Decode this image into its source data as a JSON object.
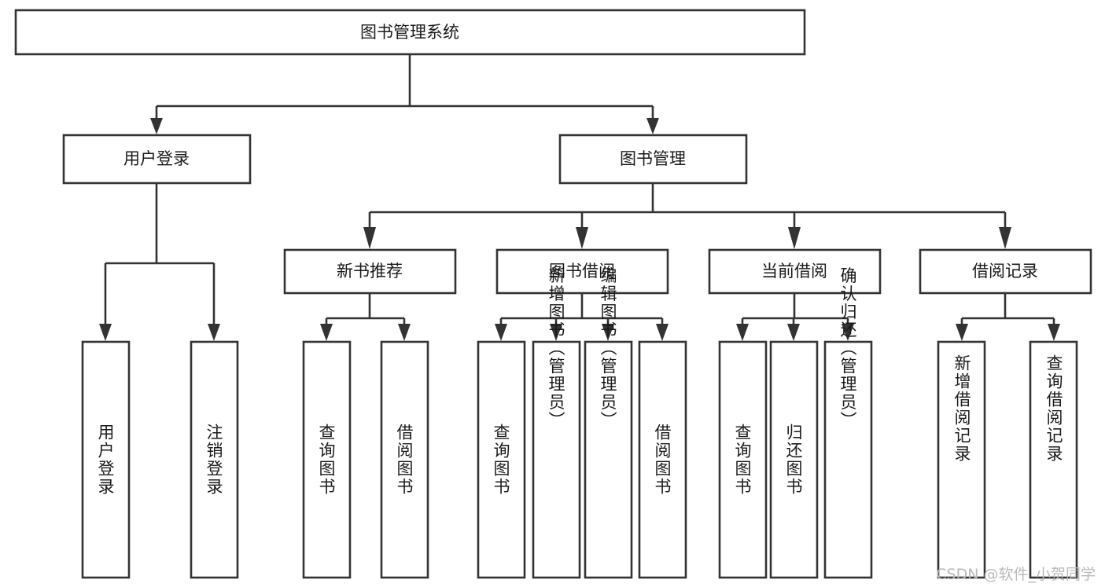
{
  "diagram": {
    "title": "图书管理系统",
    "type": "tree",
    "orientation": "top-down",
    "colors": {
      "box_fill": "#ffffff",
      "box_stroke": "#333333",
      "text": "#1a1a1a",
      "background": "#ffffff",
      "watermark": "#b9b9b9"
    },
    "root": {
      "id": "root",
      "label": "图书管理系统",
      "text_orientation": "horizontal"
    },
    "level2": [
      {
        "id": "user-login",
        "label": "用户登录",
        "text_orientation": "horizontal"
      },
      {
        "id": "book-management",
        "label": "图书管理",
        "text_orientation": "horizontal"
      }
    ],
    "level3": [
      {
        "id": "new-book-recommend",
        "label": "新书推荐",
        "parent": "book-management",
        "text_orientation": "horizontal"
      },
      {
        "id": "book-borrow",
        "label": "图书借阅",
        "parent": "book-management",
        "text_orientation": "horizontal"
      },
      {
        "id": "current-borrow",
        "label": "当前借阅",
        "parent": "book-management",
        "text_orientation": "horizontal"
      },
      {
        "id": "borrow-record",
        "label": "借阅记录",
        "parent": "book-management",
        "text_orientation": "horizontal"
      }
    ],
    "leaves": [
      {
        "id": "leaf-user-login",
        "label": "用户登录",
        "parent": "user-login",
        "text_orientation": "vertical"
      },
      {
        "id": "leaf-logout-login",
        "label": "注销登录",
        "parent": "user-login",
        "text_orientation": "vertical"
      },
      {
        "id": "leaf-query-book-1",
        "label": "查询图书",
        "parent": "new-book-recommend",
        "text_orientation": "vertical"
      },
      {
        "id": "leaf-borrow-book-1",
        "label": "借阅图书",
        "parent": "new-book-recommend",
        "text_orientation": "vertical"
      },
      {
        "id": "leaf-query-book-2",
        "label": "查询图书",
        "parent": "book-borrow",
        "text_orientation": "vertical"
      },
      {
        "id": "leaf-add-book-admin",
        "label": "新增图书（管理员）",
        "parent": "book-borrow",
        "text_orientation": "vertical"
      },
      {
        "id": "leaf-edit-book-admin",
        "label": "编辑图书（管理员）",
        "parent": "book-borrow",
        "text_orientation": "vertical"
      },
      {
        "id": "leaf-borrow-book-2",
        "label": "借阅图书",
        "parent": "book-borrow",
        "text_orientation": "vertical"
      },
      {
        "id": "leaf-query-book-3",
        "label": "查询图书",
        "parent": "current-borrow",
        "text_orientation": "vertical"
      },
      {
        "id": "leaf-return-book",
        "label": "归还图书",
        "parent": "current-borrow",
        "text_orientation": "vertical"
      },
      {
        "id": "leaf-confirm-return-admin",
        "label": "确认归还（管理员）",
        "parent": "current-borrow",
        "text_orientation": "vertical"
      },
      {
        "id": "leaf-add-borrow-record",
        "label": "新增借阅记录",
        "parent": "borrow-record",
        "text_orientation": "vertical"
      },
      {
        "id": "leaf-query-borrow-record",
        "label": "查询借阅记录",
        "parent": "borrow-record",
        "text_orientation": "vertical"
      }
    ]
  },
  "watermark": {
    "text": "CSDN @软件_小贺同学"
  }
}
